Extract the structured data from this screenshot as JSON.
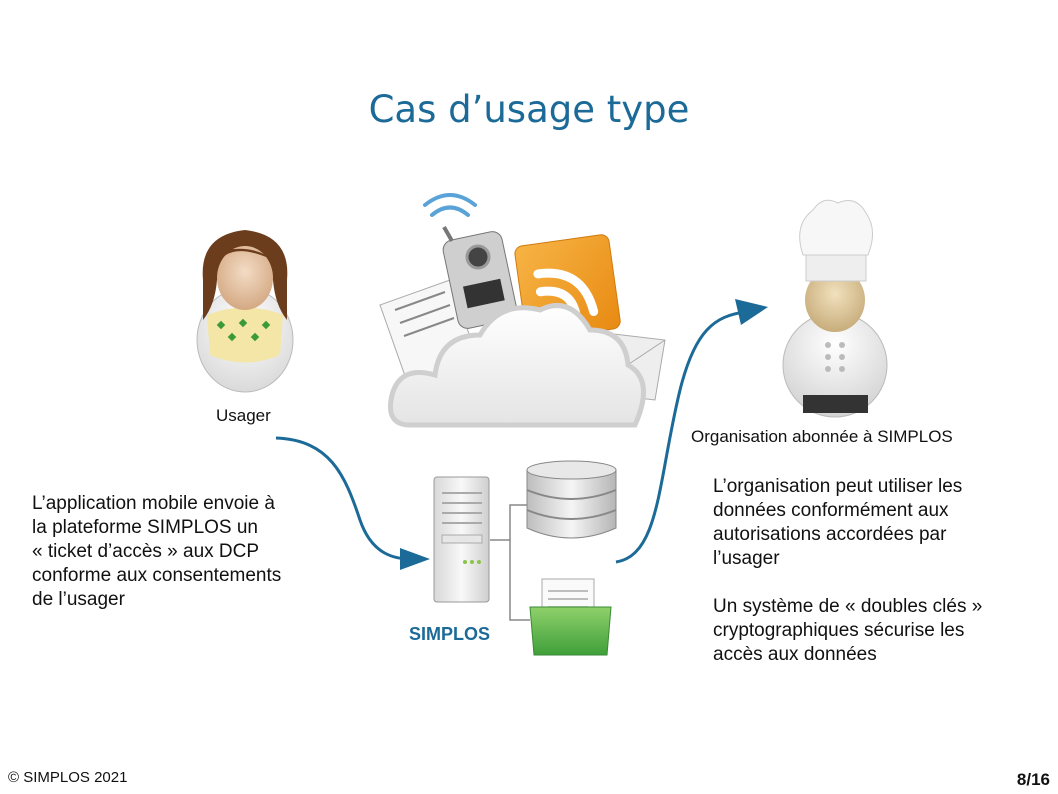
{
  "title": "Cas d’usage type",
  "actors": {
    "user": "Usager",
    "organization": "Organisation abonnée à SIMPLOS",
    "platform": "SIMPLOS"
  },
  "left_text": [
    "L’application mobile envoie à",
    "la plateforme SIMPLOS un",
    "« ticket d’accès » aux DCP",
    "conforme aux consentements",
    "de l’usager"
  ],
  "right_text_1": [
    "L’organisation peut utiliser les",
    "données conformément aux",
    "autorisations accordées par",
    "l’usager"
  ],
  "right_text_2": [
    "Un système de « doubles clés »",
    "cryptographiques sécurise les",
    "accès aux données"
  ],
  "footer": {
    "copyright": "© SIMPLOS 2021",
    "page": "8/16"
  },
  "colors": {
    "accent": "#1c6a98",
    "rss_orange": "#f39c1f",
    "folder_green": "#5cb85c"
  },
  "icons": [
    "user-woman-icon",
    "cloud-mobile-icon",
    "server-icon",
    "database-icon",
    "folder-icon",
    "chef-icon"
  ]
}
